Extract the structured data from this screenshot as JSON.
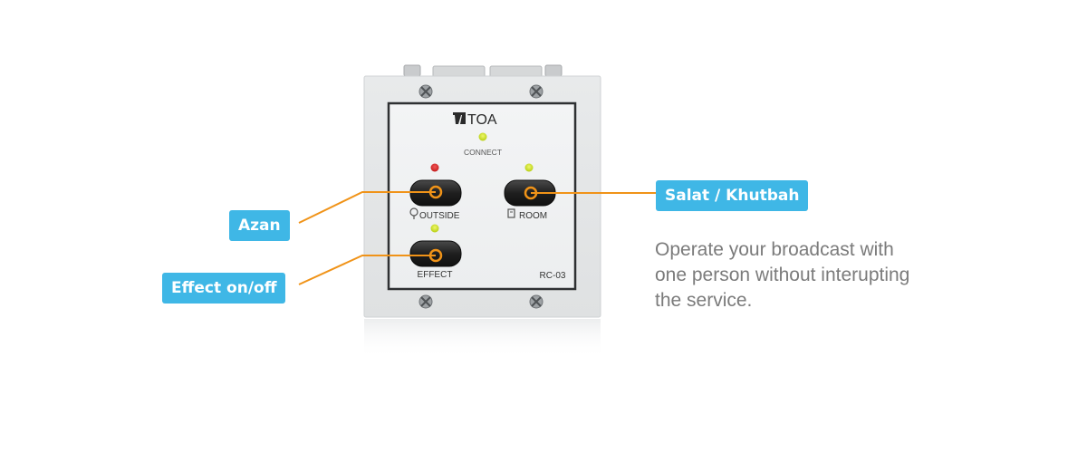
{
  "callouts": {
    "azan": "Azan",
    "effect": "Effect on/off",
    "salat": "Salat / Khutbah"
  },
  "description": {
    "lines": [
      "Operate your broadcast with",
      "one person without interupting",
      "the service."
    ]
  },
  "device": {
    "brand": "TOA",
    "connect_label": "CONNECT",
    "outside_label": "OUTSIDE",
    "room_label": "ROOM",
    "effect_label": "EFFECT",
    "model": "RC-03",
    "colors": {
      "led_red": "#d82a2a",
      "led_green": "#c9e01c",
      "callout_line": "#f09318",
      "callout_bg": "#3fb7e6",
      "text_gray": "#7b7b7b"
    }
  }
}
